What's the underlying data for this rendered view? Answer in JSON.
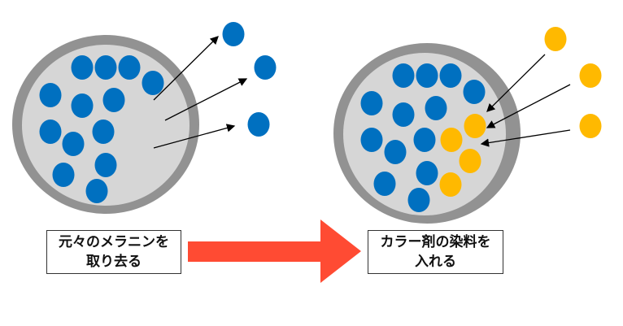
{
  "colors": {
    "melanin": "#0070C0",
    "dye": "#FFB900",
    "shell": "#929292",
    "cell": "#D6D6D6",
    "arrow": "#FF4B33"
  },
  "step1": {
    "line1": "元々のメラニンを",
    "line2": "取り去る"
  },
  "step2": {
    "line1": "カラー剤の染料を",
    "line2": "入れる"
  }
}
